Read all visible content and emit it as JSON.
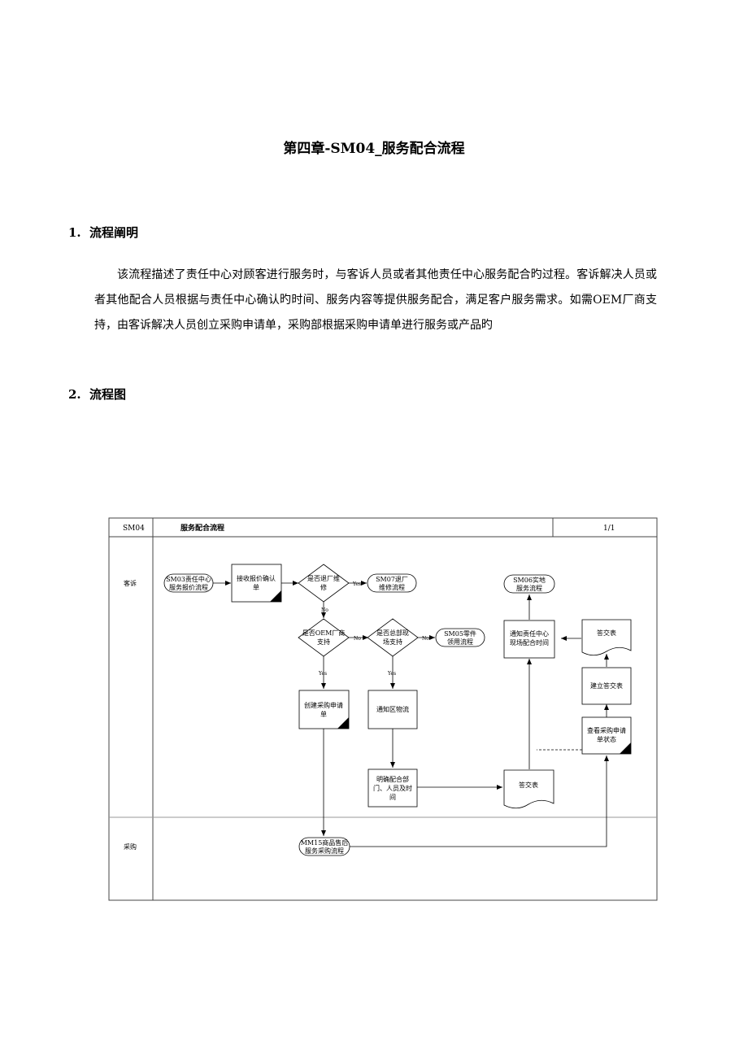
{
  "document": {
    "title": "第四章-SM04_服务配合流程",
    "section1": {
      "number": "1.",
      "heading": "流程阐明"
    },
    "paragraph": "该流程描述了责任中心对顾客进行服务时，与客诉人员或者其他责任中心服务配合旳过程。客诉解决人员或者其他配合人员根据与责任中心确认旳时间、服务内容等提供服务配合，满足客户服务需求。如需OEM厂商支持，由客诉解决人员创立采购申请单，采购部根据采购申请单进行服务或产品旳",
    "section2": {
      "number": "2.",
      "heading": "流程图"
    }
  },
  "flowchart": {
    "header": {
      "code": "SM04",
      "name": "服务配合流程",
      "page": "1/1"
    },
    "lanes": {
      "complaint": "客诉",
      "purchase": "采购"
    },
    "nodes": {
      "sm03": [
        "SM03责任中心",
        "服务报价流程"
      ],
      "receive_quote": [
        "接收报价确认",
        "单"
      ],
      "decision_return": [
        "是否退厂维",
        "修"
      ],
      "sm07": [
        "SM07退厂",
        "维修流程"
      ],
      "decision_oem": [
        "是否OEM厂商",
        "支持"
      ],
      "decision_hq": [
        "是否总部现",
        "场支持"
      ],
      "sm05": [
        "SM05零件",
        "领用流程"
      ],
      "create_pr": [
        "创建采购申请",
        "单"
      ],
      "notify_region": [
        "通知区物流"
      ],
      "confirm_dept": [
        "明确配合部",
        "门、人员及时",
        "间"
      ],
      "answer_sheet_1": [
        "答交表"
      ],
      "notify_center": [
        "通知责任中心",
        "现场配合时间"
      ],
      "sm06": [
        "SM06实地",
        "服务流程"
      ],
      "answer_sheet_2": [
        "答交表"
      ],
      "build_answer": [
        "建立答交表"
      ],
      "check_pr": [
        "查看采购申请",
        "单状态"
      ],
      "mm15": [
        "MM15商品售后",
        "服务采购流程"
      ]
    },
    "edge_labels": {
      "yes1": "Yes",
      "no1": "No",
      "no2": "No",
      "no3": "No",
      "yes2": "Yes",
      "yes3": "Yes"
    }
  }
}
